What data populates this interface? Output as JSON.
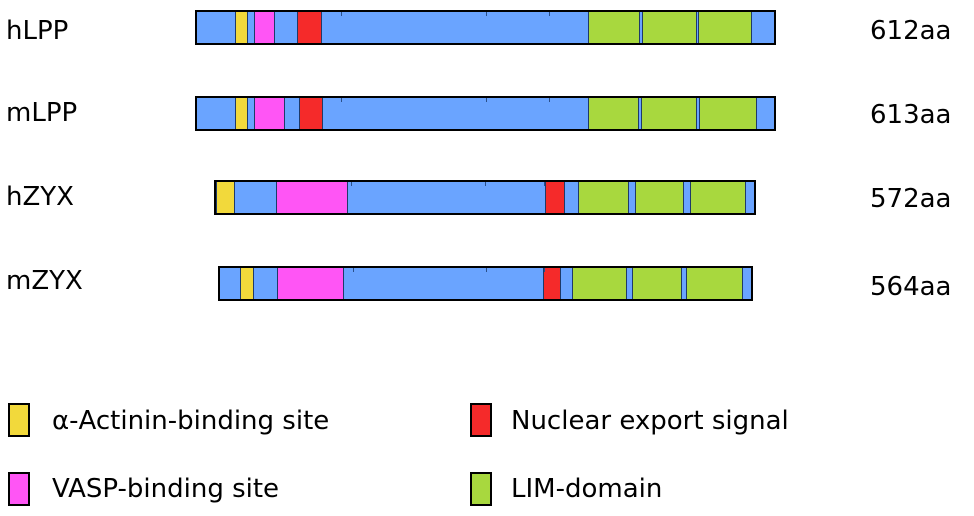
{
  "colors": {
    "background_domain": "#6aa4ff",
    "actinin": "#f2d93b",
    "vasp": "#ff55f5",
    "nes": "#f52a2a",
    "lim": "#a8d83e"
  },
  "proteins": [
    {
      "name": "hLPP",
      "length_label": "612aa",
      "segments": [
        {
          "type": "actinin",
          "start": 0.066,
          "end": 0.088
        },
        {
          "type": "vasp",
          "start": 0.098,
          "end": 0.136
        },
        {
          "type": "nes",
          "start": 0.174,
          "end": 0.217
        },
        {
          "type": "lim",
          "start": 0.677,
          "end": 0.768
        },
        {
          "type": "lim",
          "start": 0.771,
          "end": 0.866
        },
        {
          "type": "lim",
          "start": 0.869,
          "end": 0.962
        }
      ]
    },
    {
      "name": "mLPP",
      "length_label": "613aa",
      "segments": [
        {
          "type": "actinin",
          "start": 0.065,
          "end": 0.088
        },
        {
          "type": "vasp",
          "start": 0.098,
          "end": 0.152
        },
        {
          "type": "nes",
          "start": 0.176,
          "end": 0.219
        },
        {
          "type": "lim",
          "start": 0.678,
          "end": 0.766
        },
        {
          "type": "lim",
          "start": 0.77,
          "end": 0.866
        },
        {
          "type": "lim",
          "start": 0.87,
          "end": 0.971
        }
      ]
    },
    {
      "name": "hZYX",
      "length_label": "572aa",
      "segments": [
        {
          "type": "actinin",
          "start": 0.0,
          "end": 0.035
        },
        {
          "type": "vasp",
          "start": 0.112,
          "end": 0.245
        },
        {
          "type": "nes",
          "start": 0.612,
          "end": 0.648
        },
        {
          "type": "lim",
          "start": 0.672,
          "end": 0.767
        },
        {
          "type": "lim",
          "start": 0.779,
          "end": 0.869
        },
        {
          "type": "lim",
          "start": 0.881,
          "end": 0.985
        }
      ]
    },
    {
      "name": "mZYX",
      "length_label": "564aa",
      "segments": [
        {
          "type": "actinin",
          "start": 0.037,
          "end": 0.064
        },
        {
          "type": "vasp",
          "start": 0.107,
          "end": 0.233
        },
        {
          "type": "nes",
          "start": 0.608,
          "end": 0.643
        },
        {
          "type": "lim",
          "start": 0.663,
          "end": 0.767
        },
        {
          "type": "lim",
          "start": 0.775,
          "end": 0.87
        },
        {
          "type": "lim",
          "start": 0.877,
          "end": 0.985
        }
      ]
    }
  ],
  "legend": {
    "actinin_label": "α-Actinin-binding site",
    "nes_label": "Nuclear export signal",
    "vasp_label": "VASP-binding site",
    "lim_label": "LIM-domain"
  }
}
